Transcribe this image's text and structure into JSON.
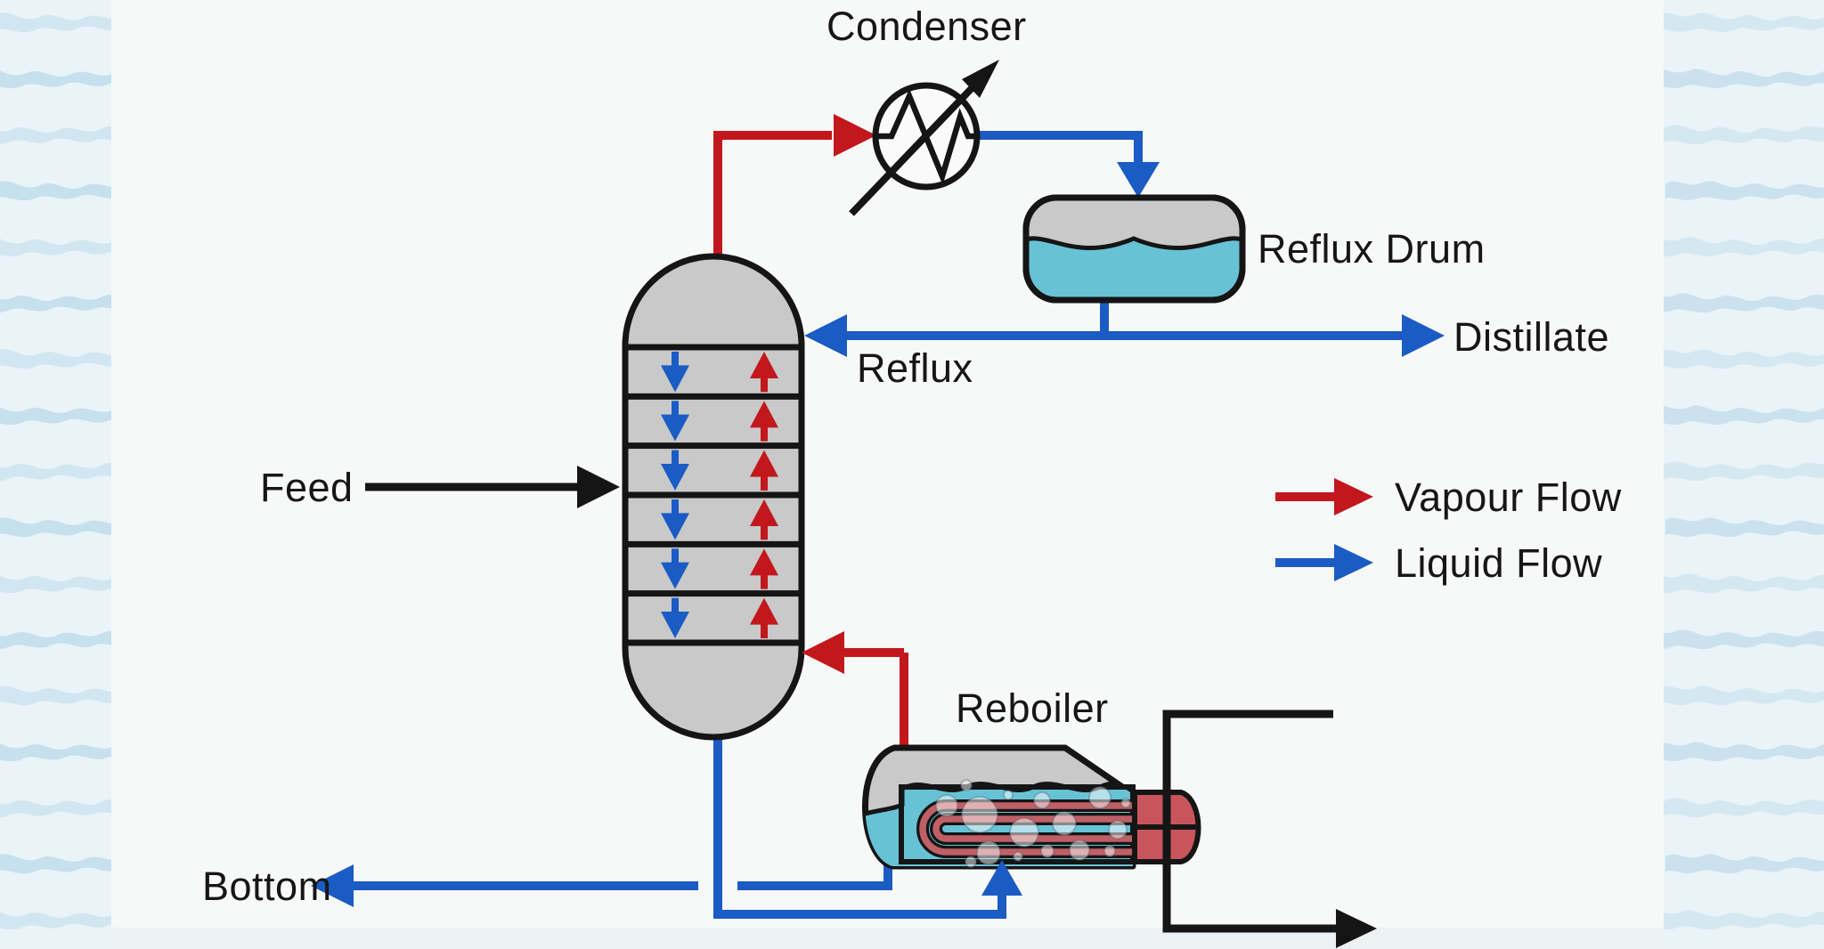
{
  "app": {
    "type": "process-flow-diagram",
    "subject": "Distillation column system with condenser, reflux drum and reboiler"
  },
  "labels": {
    "condenser": "Condenser",
    "reflux_drum": "Reflux Drum",
    "distillate": "Distillate",
    "reflux": "Reflux",
    "feed": "Feed",
    "bottom": "Bottom",
    "reboiler": "Reboiler"
  },
  "legend": {
    "items": [
      {
        "label": "Vapour Flow",
        "color": "#c2181d"
      },
      {
        "label": "Liquid Flow",
        "color": "#1a5cc4"
      }
    ]
  },
  "column": {
    "tray_count": 7,
    "tray_spaces_with_arrows": 6,
    "vapour_arrow_direction": "up",
    "liquid_arrow_direction": "down"
  },
  "colors": {
    "vapour_red": "#c2181d",
    "liquid_blue": "#1a5cc4",
    "line_black": "#151515",
    "vessel_gray": "#c9c9c9",
    "liquid_cyan": "#68c2d6",
    "tube_red": "#bf5f66",
    "head_red": "#c9555c",
    "panel_bg": "#f7f8f8",
    "edge_texture_blue": "#bcdae9",
    "edge_texture_bg": "#e9f3f8"
  }
}
